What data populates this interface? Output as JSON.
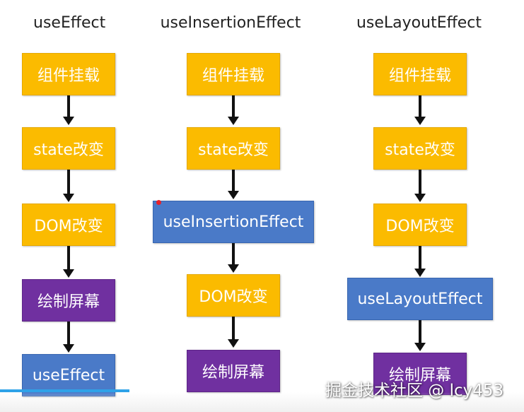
{
  "columns": [
    {
      "title": "useEffect",
      "steps": [
        "组件挂载",
        "state改变",
        "DOM改变",
        "绘制屏幕",
        "useEffect"
      ]
    },
    {
      "title": "useInsertionEffect",
      "steps": [
        "组件挂载",
        "state改变",
        "useInsertionEffect",
        "DOM改变",
        "绘制屏幕"
      ]
    },
    {
      "title": "useLayoutEffect",
      "steps": [
        "组件挂载",
        "state改变",
        "DOM改变",
        "useLayoutEffect",
        "绘制屏幕"
      ]
    }
  ],
  "watermark": "掘金技术社区 @ lcy453",
  "colors": {
    "yellow": "#fbbb00",
    "blue": "#4a7ac8",
    "purple": "#7030a0",
    "arrow": "#111111"
  }
}
